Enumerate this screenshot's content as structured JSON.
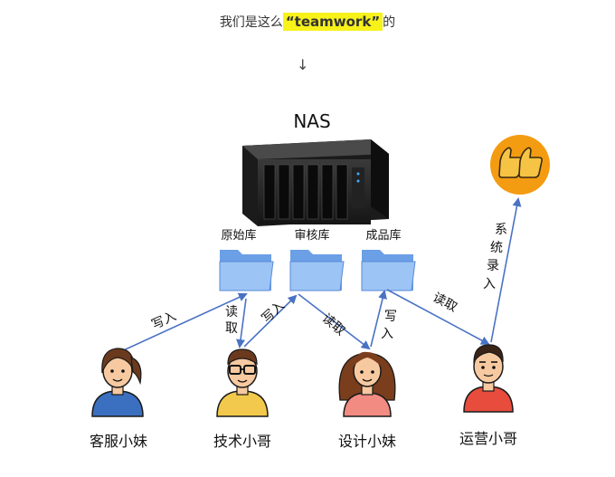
{
  "header": {
    "prefix": "我们是这么",
    "quote_open": "“",
    "keyword": "teamwork",
    "quote_close": "”",
    "suffix": "的",
    "down_arrow": "↓"
  },
  "nas": {
    "title": "NAS"
  },
  "folders": [
    {
      "label": "原始库"
    },
    {
      "label": "审核库"
    },
    {
      "label": "成品库"
    }
  ],
  "people": [
    {
      "label": "客服小妹"
    },
    {
      "label": "技术小哥"
    },
    {
      "label": "设计小妹"
    },
    {
      "label": "运营小哥"
    }
  ],
  "arrows": [
    {
      "label": "写入"
    },
    {
      "label": "读取"
    },
    {
      "label": "写入"
    },
    {
      "label": "读取"
    },
    {
      "label": "写入"
    },
    {
      "label": "读取"
    },
    {
      "label": "系统录入"
    }
  ],
  "colors": {
    "arrow": "#4a72c4",
    "folder": "#8fbaf0",
    "folder_tab": "#6b9fe6",
    "highlight": "#f7f21a",
    "thumbs_bg": "#f39c12"
  }
}
